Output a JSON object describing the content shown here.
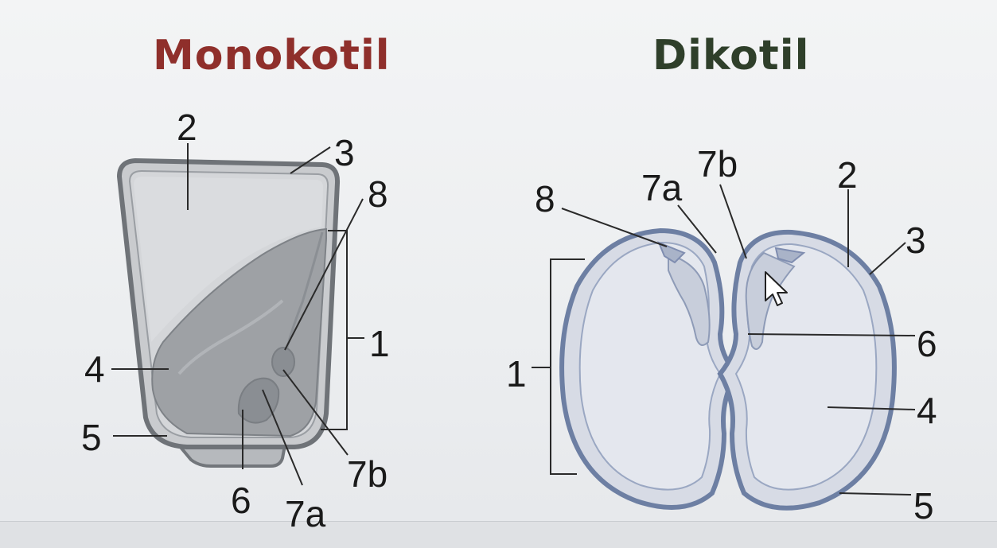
{
  "titles": {
    "monocot": "Monokotil",
    "dicot": "Dikotil"
  },
  "colors": {
    "monocot_title": "#8f2f2b",
    "dicot_title": "#2f3f2a",
    "seed_outline": "#6f7378",
    "dicot_outline": "#6d7fa3"
  },
  "monocot_labels": {
    "l1": "1",
    "l2": "2",
    "l3": "3",
    "l4": "4",
    "l5": "5",
    "l6": "6",
    "l7a": "7a",
    "l7b": "7b",
    "l8": "8"
  },
  "dicot_labels": {
    "l1": "1",
    "l2": "2",
    "l3": "3",
    "l4": "4",
    "l5": "5",
    "l6": "6",
    "l7a": "7a",
    "l7b": "7b",
    "l8": "8"
  },
  "cursor": {
    "icon": "arrow-pointer-icon"
  }
}
